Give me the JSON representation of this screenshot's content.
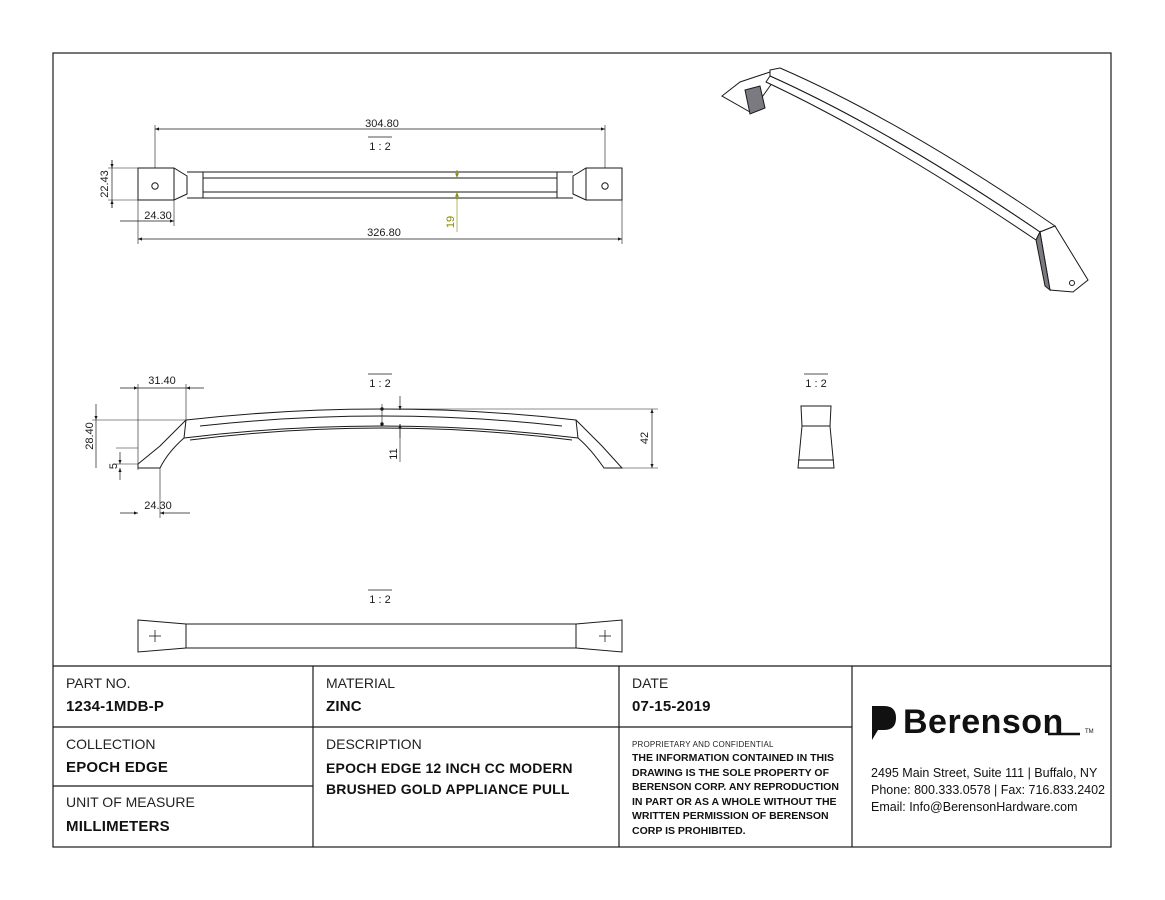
{
  "drawing": {
    "scale_label": "1 : 2",
    "top_view": {
      "overall_cc": "304.80",
      "overall_length": "326.80",
      "end_width": "22.43",
      "end_length": "24.30",
      "bar_width": "19"
    },
    "side_view": {
      "end_offset": "31.40",
      "end_height": "28.40",
      "foot_height": "5",
      "foot_length": "24.30",
      "bar_thickness": "11",
      "total_height": "42"
    }
  },
  "title_block": {
    "part_no_label": "PART NO.",
    "part_no": "1234-1MDB-P",
    "material_label": "MATERIAL",
    "material": "ZINC",
    "date_label": "DATE",
    "date": "07-15-2019",
    "collection_label": "COLLECTION",
    "collection": "EPOCH EDGE",
    "description_label": "DESCRIPTION",
    "description_line1": "EPOCH EDGE 12 INCH CC MODERN",
    "description_line2": "BRUSHED GOLD APPLIANCE PULL",
    "uom_label": "UNIT OF MEASURE",
    "uom": "MILLIMETERS",
    "proprietary_heading": "PROPRIETARY AND CONFIDENTIAL",
    "proprietary_text": "THE INFORMATION CONTAINED IN THIS DRAWING IS THE SOLE PROPERTY OF BERENSON CORP. ANY REPRODUCTION IN PART OR AS A WHOLE WITHOUT THE WRITTEN PERMISSION OF BERENSON CORP IS PROHIBITED."
  },
  "company": {
    "name": "Berenson",
    "tm": "TM",
    "address": "2495 Main Street, Suite 111 | Buffalo, NY",
    "phone_fax": "Phone: 800.333.0578 | Fax: 716.833.2402",
    "email": "Email: Info@BerensonHardware.com"
  },
  "colors": {
    "line": "#1a1a1a",
    "accent_dimension": "#8a8a00",
    "shade": "#7a7a80"
  }
}
